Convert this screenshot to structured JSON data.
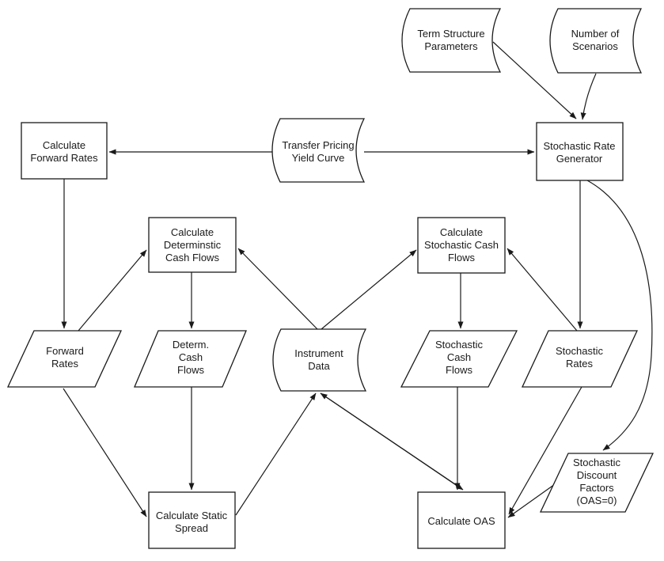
{
  "colors": {
    "stroke": "#1a1a1a",
    "fill": "#ffffff",
    "background": "#ffffff"
  },
  "nodes": {
    "term_structure_parameters": {
      "type": "stored-data",
      "lines": [
        "Term Structure",
        "Parameters"
      ]
    },
    "number_of_scenarios": {
      "type": "stored-data",
      "lines": [
        "Number of",
        "Scenarios"
      ]
    },
    "calculate_forward_rates": {
      "type": "process",
      "lines": [
        "Calculate",
        "Forward Rates"
      ]
    },
    "transfer_pricing_yield_curve": {
      "type": "stored-data",
      "lines": [
        "Transfer Pricing",
        "Yield Curve"
      ]
    },
    "stochastic_rate_generator": {
      "type": "process",
      "lines": [
        "Stochastic Rate",
        "Generator"
      ]
    },
    "calculate_deterministic_cash_flows": {
      "type": "process",
      "lines": [
        "Calculate",
        "Determinstic",
        "Cash Flows"
      ]
    },
    "calculate_stochastic_cash_flows": {
      "type": "process",
      "lines": [
        "Calculate",
        "Stochastic Cash",
        "Flows"
      ]
    },
    "forward_rates": {
      "type": "data",
      "lines": [
        "Forward",
        "Rates"
      ]
    },
    "determ_cash_flows": {
      "type": "data",
      "lines": [
        "Determ.",
        "Cash",
        "Flows"
      ]
    },
    "instrument_data": {
      "type": "stored-data",
      "lines": [
        "Instrument",
        "Data"
      ]
    },
    "stochastic_cash_flows": {
      "type": "data",
      "lines": [
        "Stochastic",
        "Cash",
        "Flows"
      ]
    },
    "stochastic_rates": {
      "type": "data",
      "lines": [
        "Stochastic",
        "Rates"
      ]
    },
    "calculate_static_spread": {
      "type": "process",
      "lines": [
        "Calculate Static",
        "Spread"
      ]
    },
    "calculate_oas": {
      "type": "process",
      "lines": [
        "Calculate OAS"
      ]
    },
    "stochastic_discount_factors": {
      "type": "data",
      "lines": [
        "Stochastic",
        "Discount",
        "Factors",
        "(OAS=0)"
      ]
    }
  },
  "edges": [
    {
      "from": "Term Structure Parameters",
      "to": "Stochastic Rate Generator"
    },
    {
      "from": "Number of Scenarios",
      "to": "Stochastic Rate Generator"
    },
    {
      "from": "Transfer Pricing Yield Curve",
      "to": "Calculate Forward Rates"
    },
    {
      "from": "Transfer Pricing Yield Curve",
      "to": "Stochastic Rate Generator"
    },
    {
      "from": "Calculate Forward Rates",
      "to": "Forward Rates"
    },
    {
      "from": "Stochastic Rate Generator",
      "to": "Stochastic Rates"
    },
    {
      "from": "Stochastic Rate Generator",
      "to": "Stochastic Discount Factors (OAS=0)",
      "style": "curved"
    },
    {
      "from": "Calculate Determinstic Cash Flows",
      "to": "Determ. Cash Flows"
    },
    {
      "from": "Calculate Stochastic Cash Flows",
      "to": "Stochastic Cash Flows"
    },
    {
      "from": "Forward Rates",
      "to": "Calculate Determinstic Cash Flows"
    },
    {
      "from": "Instrument Data",
      "to": "Calculate Determinstic Cash Flows"
    },
    {
      "from": "Instrument Data",
      "to": "Calculate Stochastic Cash Flows"
    },
    {
      "from": "Stochastic Rates",
      "to": "Calculate Stochastic Cash Flows"
    },
    {
      "from": "Forward Rates",
      "to": "Calculate Static Spread"
    },
    {
      "from": "Determ. Cash Flows",
      "to": "Calculate Static Spread"
    },
    {
      "from": "Calculate Static Spread",
      "to": "Instrument Data"
    },
    {
      "from": "Instrument Data",
      "to": "Calculate OAS",
      "style": "double-headed"
    },
    {
      "from": "Stochastic Cash Flows",
      "to": "Calculate OAS"
    },
    {
      "from": "Stochastic Rates",
      "to": "Calculate OAS"
    },
    {
      "from": "Stochastic Discount Factors (OAS=0)",
      "to": "Calculate OAS"
    }
  ]
}
